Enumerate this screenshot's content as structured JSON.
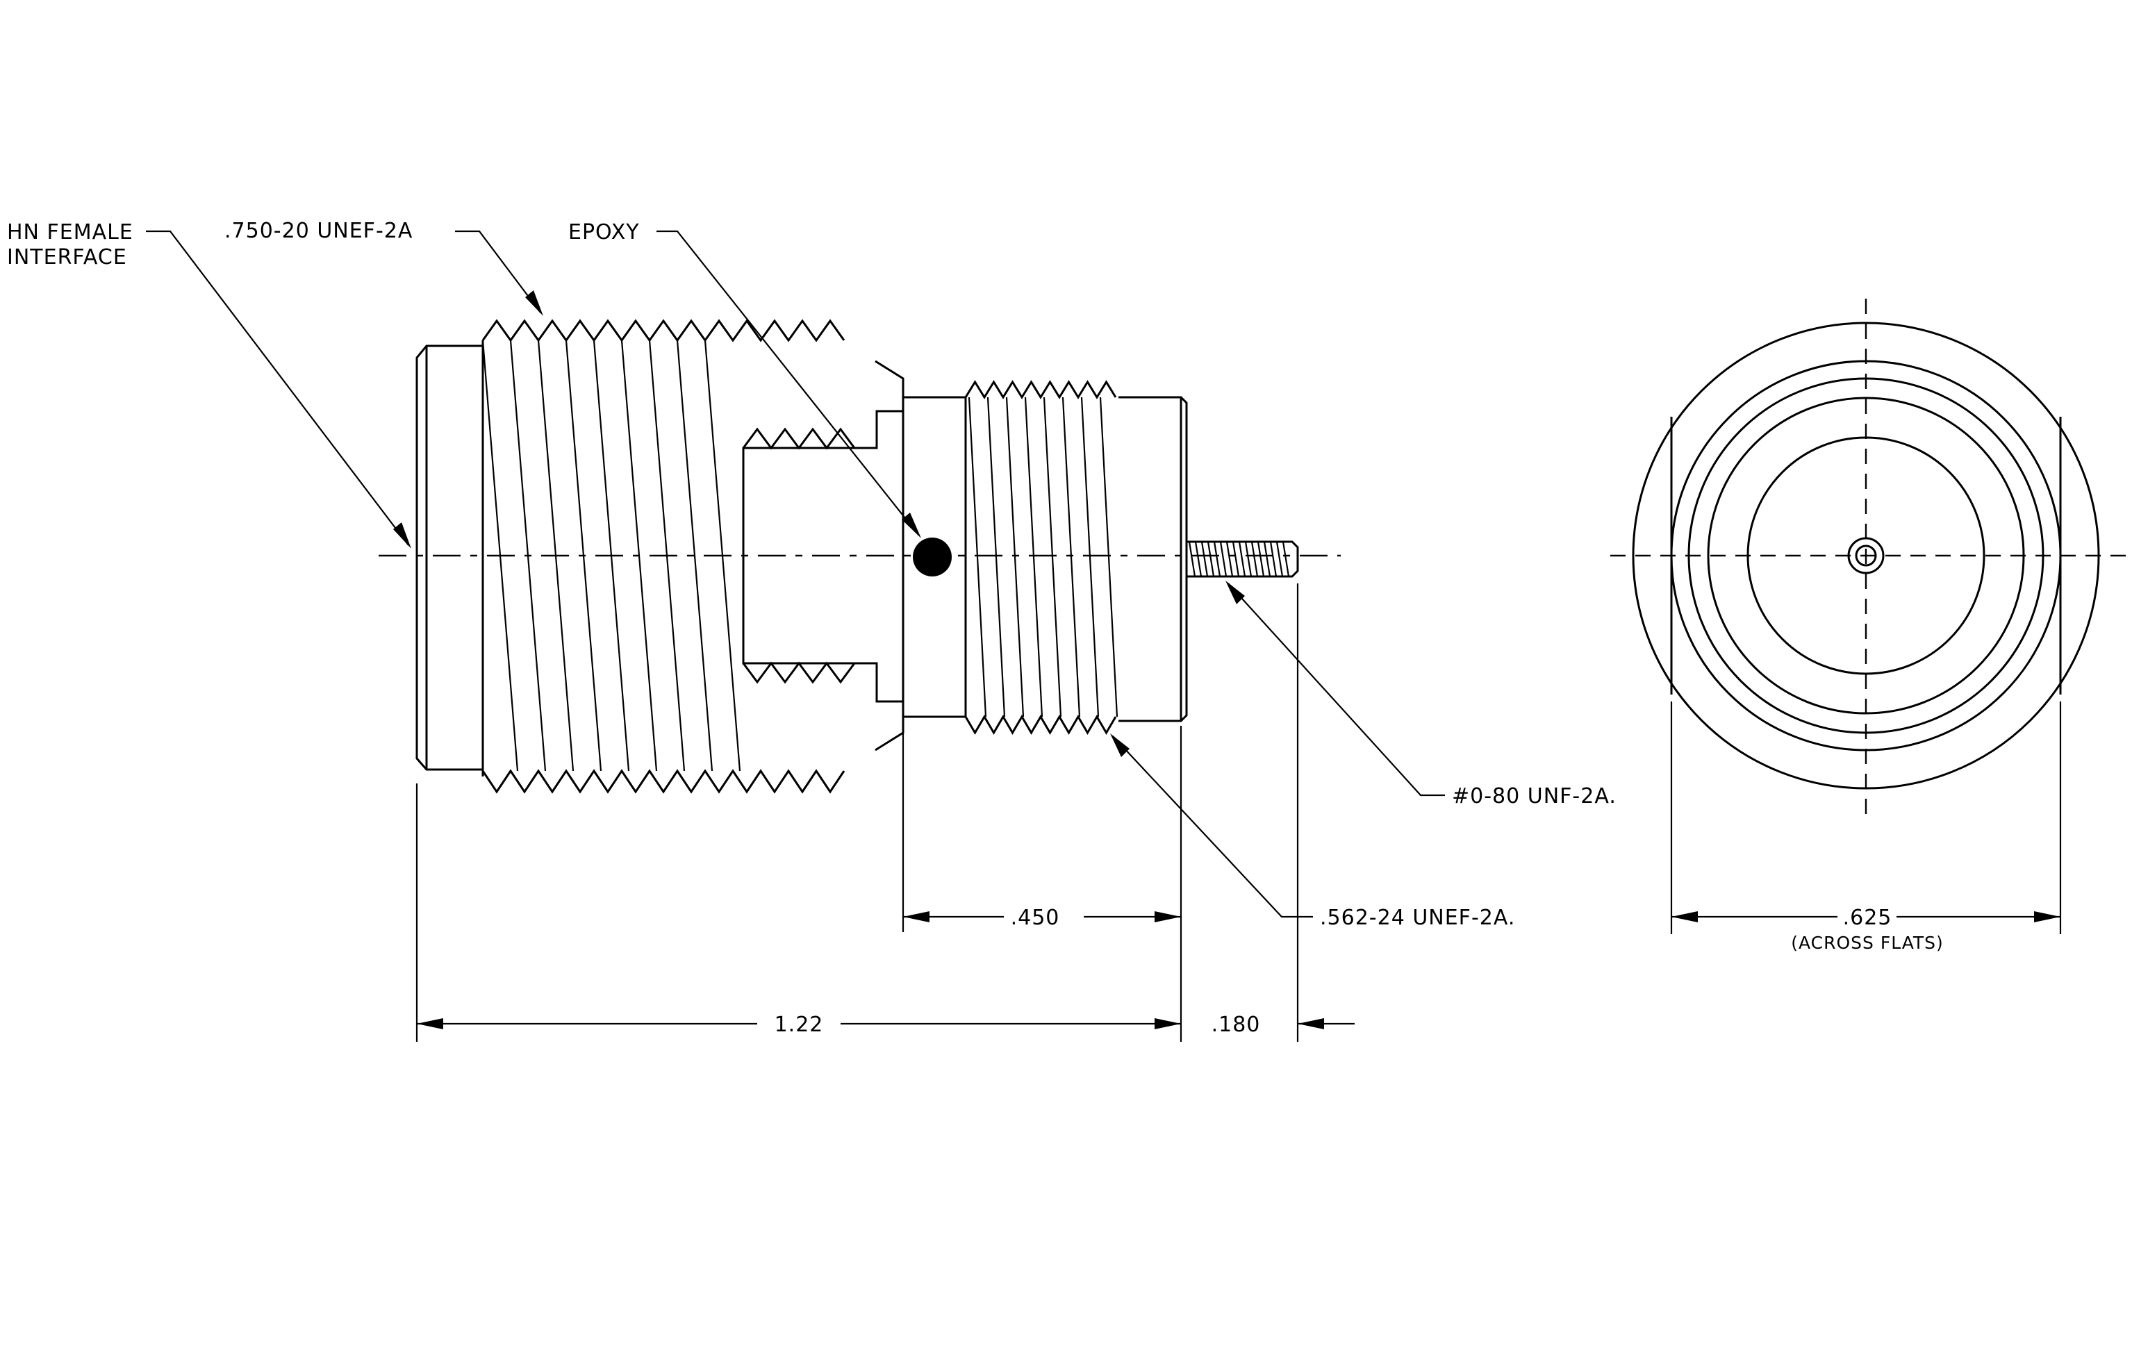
{
  "callouts": {
    "interface_line1": "HN FEMALE",
    "interface_line2": "INTERFACE",
    "body_thread": ".750-20 UNEF-2A",
    "epoxy": "EPOXY",
    "stud_thread": "#0-80 UNF-2A.",
    "rear_thread": ".562-24 UNEF-2A."
  },
  "dimensions": {
    "rear_length": ".450",
    "overall_length": "1.22",
    "stud_length": ".180",
    "across_flats": ".625",
    "across_flats_note": "(ACROSS FLATS)"
  }
}
